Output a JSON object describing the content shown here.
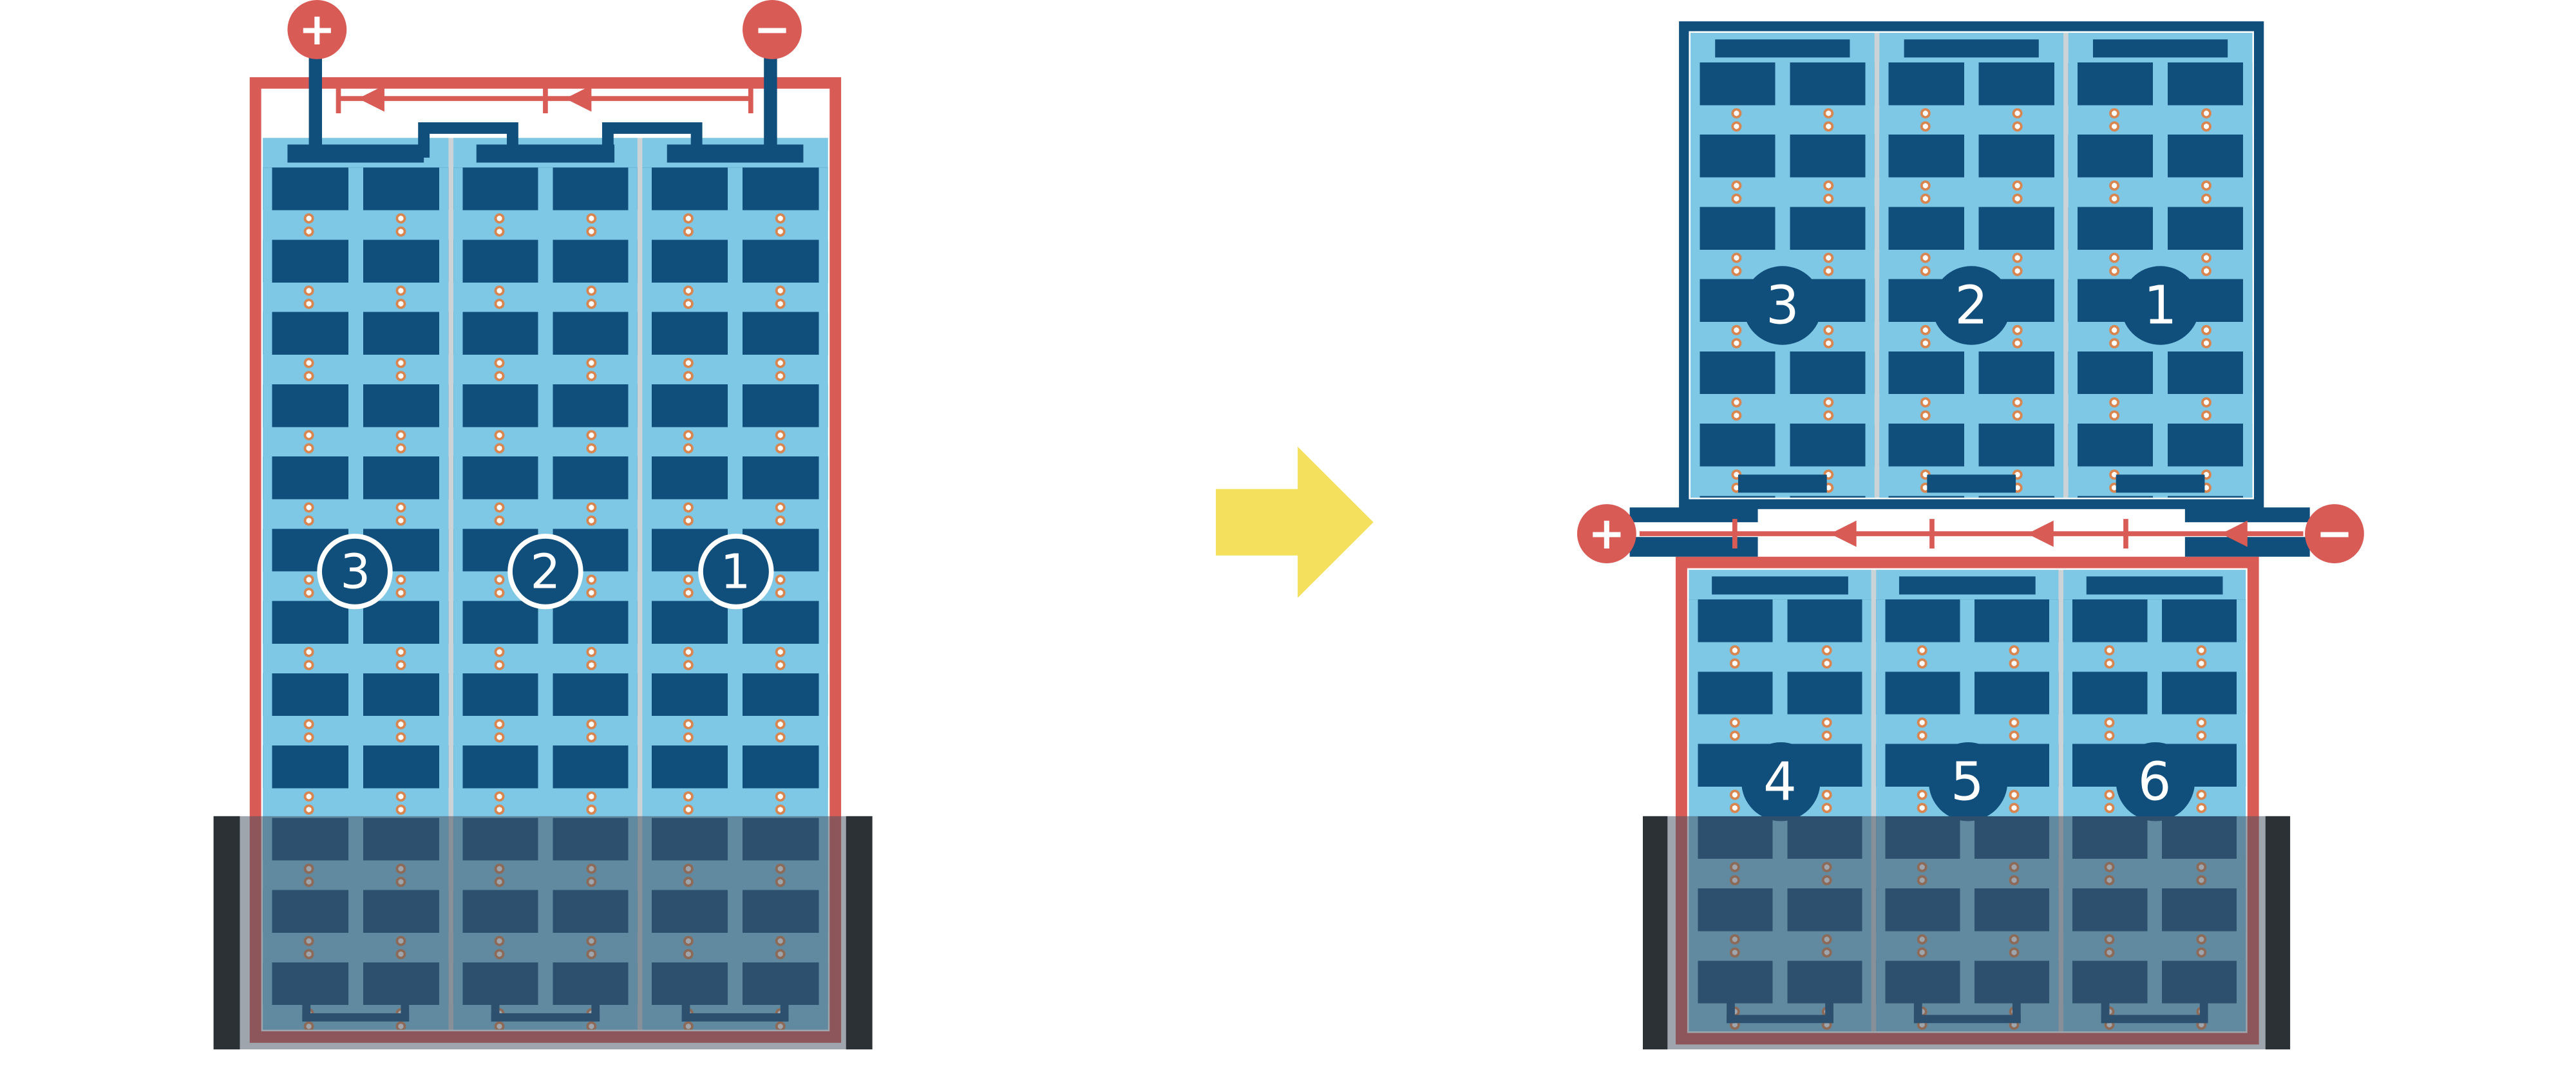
{
  "before_figure": {
    "terminal_plus": "+",
    "terminal_minus": "−",
    "module_numbers": [
      "3",
      "2",
      "1"
    ]
  },
  "after_figure": {
    "terminal_plus": "+",
    "terminal_minus": "−",
    "top_panel_module_numbers": [
      "3",
      "2",
      "1"
    ],
    "bottom_panel_module_numbers": [
      "4",
      "5",
      "6"
    ]
  },
  "colors": {
    "cell_field_blue": "#7ec7e5",
    "cell_dark_navy": "#104f7c",
    "wire_and_frame_red": "#d95b56",
    "frame_navy": "#104f7c",
    "arrow_yellow": "#f4e05c",
    "shade_gray": "rgba(71,82,95,0.52)",
    "shade_post_dark": "#2c3136",
    "cell_dot_orange": "#d8854f"
  }
}
